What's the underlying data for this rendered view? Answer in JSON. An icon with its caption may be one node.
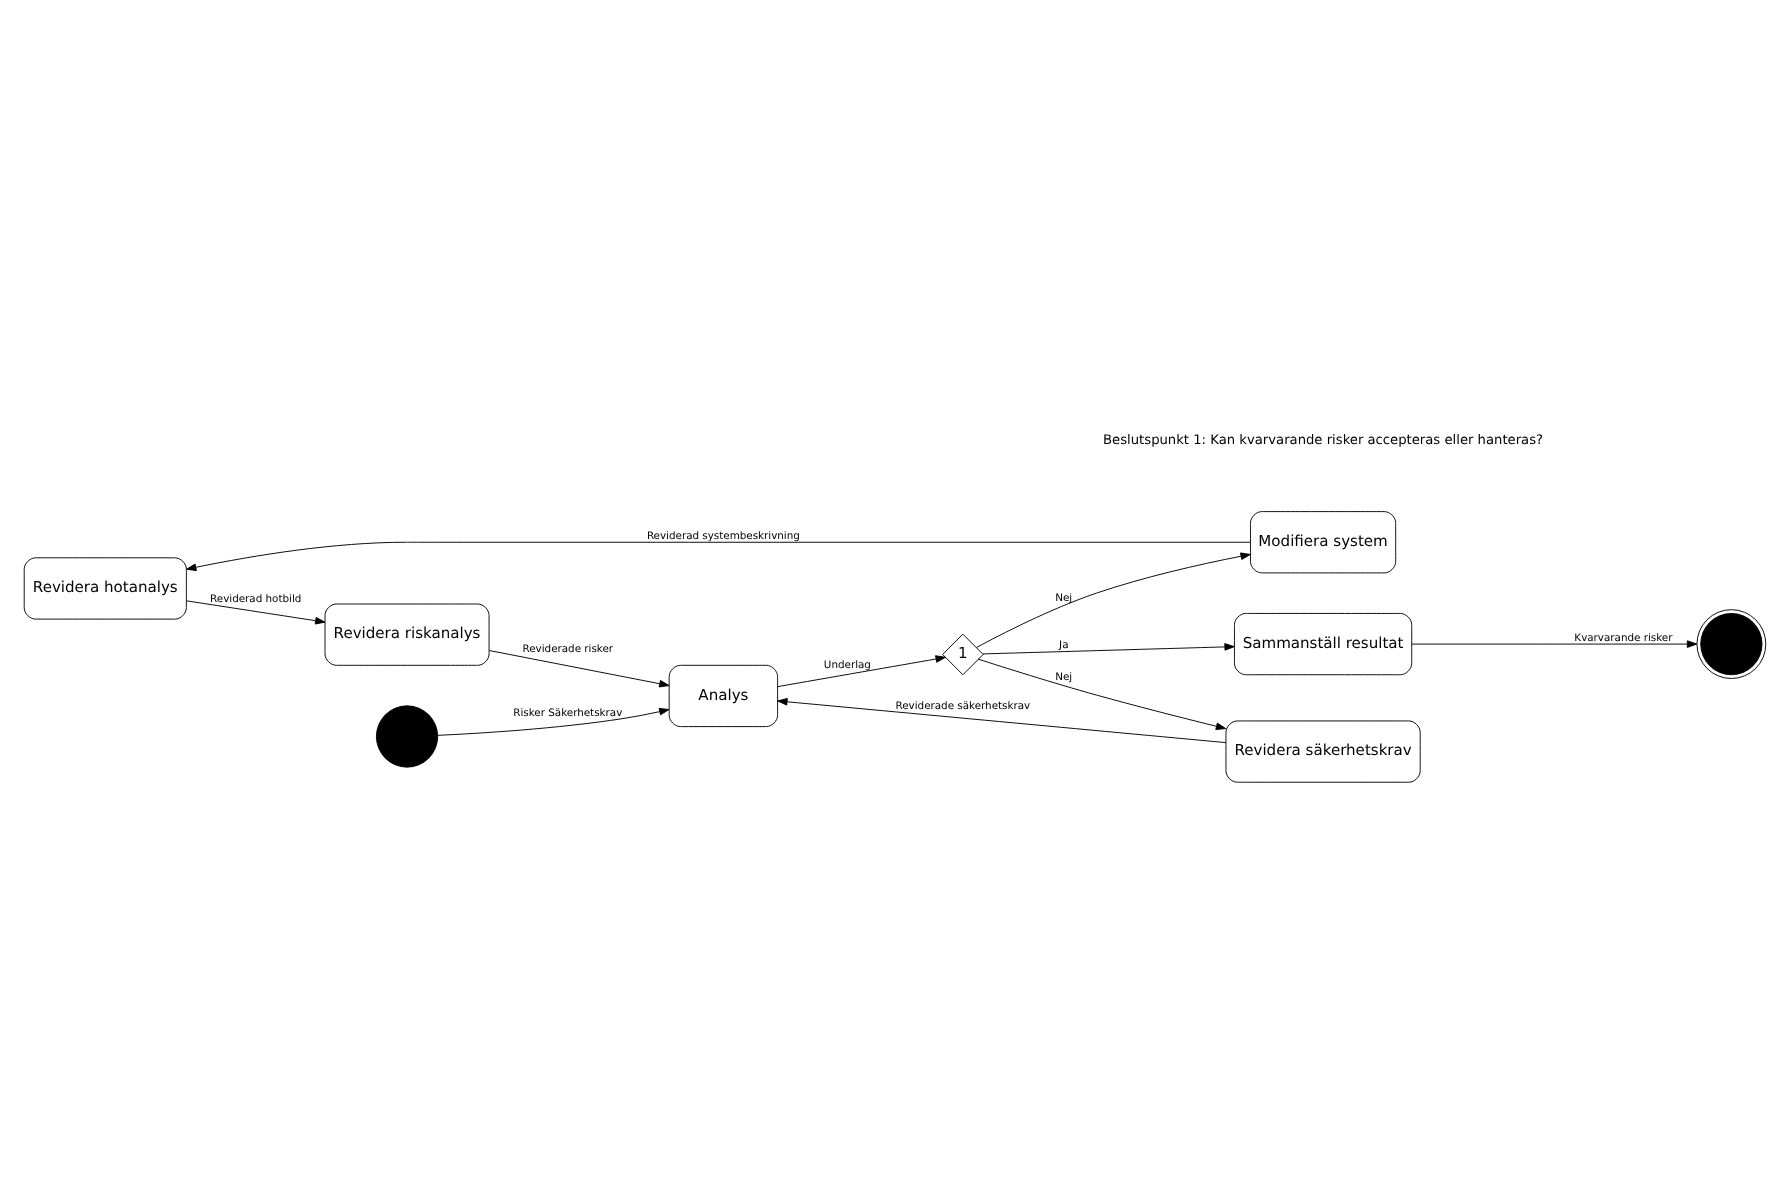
{
  "diagram": {
    "nodes": [
      {
        "text": [
          "Revidera hotanalys"
        ]
      },
      {
        "text": [
          "Revidera riskanalys"
        ]
      },
      {
        "text": [
          "Modifiera system"
        ]
      },
      {
        "text": [],
        "shape": "circle"
      },
      {
        "text": [
          "Analys"
        ]
      },
      {
        "text": [
          "1"
        ]
      },
      {
        "text": [
          "Sammanställ resultat"
        ]
      },
      {
        "text": [],
        "shape": "bullseye"
      },
      {
        "text": [
          "Revidera säkerhetskrav"
        ]
      }
    ],
    "edges": [
      {
        "from": 3,
        "to": 4,
        "arrow": "to",
        "label": "Risker Säkerhetskrav"
      },
      {
        "from": 4,
        "to": 5,
        "arrow": "to",
        "label": "Underlag"
      },
      {
        "from": 5,
        "to": 6,
        "arrow": "to",
        "label": "Ja"
      },
      {
        "from": 6,
        "to": 7,
        "arrow": "to",
        "label": "Kvarvarande risker"
      },
      {
        "from": 5,
        "to": 2,
        "arrow": "to",
        "label": "Nej"
      },
      {
        "from": 5,
        "to": 8,
        "arrow": "to",
        "label": "Nej"
      },
      {
        "from": 8,
        "to": 4,
        "arrow": "to",
        "label": "Reviderade säkerhetskrav"
      },
      {
        "from": 2,
        "to": 0,
        "arrow": "to",
        "label": "Reviderad systembeskrivning"
      },
      {
        "from": 0,
        "to": 1,
        "arrow": "to",
        "label": "Reviderad hotbild"
      },
      {
        "from": 1,
        "to": 4,
        "arrow": "to",
        "label": "Reviderade risker"
      }
    ],
    "labels": [
      "Beslutspunkt 1: Kan kvarvarande risker accepteras eller hanteras?"
    ]
  }
}
